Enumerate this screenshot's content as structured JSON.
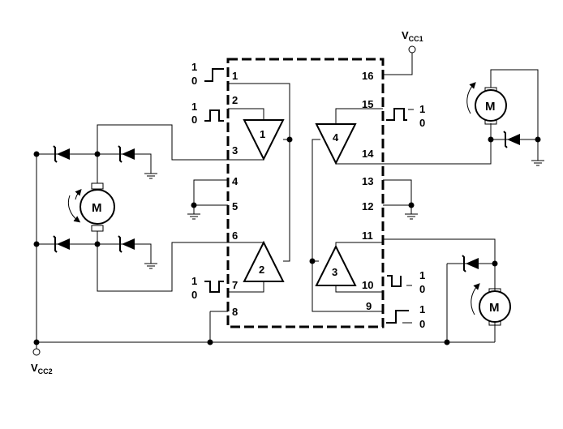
{
  "supply": {
    "vcc1": {
      "main": "V",
      "sub": "CC1"
    },
    "vcc2": {
      "main": "V",
      "sub": "CC2"
    }
  },
  "pins": {
    "p1": "1",
    "p2": "2",
    "p3": "3",
    "p4": "4",
    "p5": "5",
    "p6": "6",
    "p7": "7",
    "p8": "8",
    "p9": "9",
    "p10": "10",
    "p11": "11",
    "p12": "12",
    "p13": "13",
    "p14": "14",
    "p15": "15",
    "p16": "16"
  },
  "drivers": {
    "d1": "1",
    "d2": "2",
    "d3": "3",
    "d4": "4"
  },
  "logic_levels": {
    "high": "1",
    "low": "0"
  },
  "motor_label": "M"
}
